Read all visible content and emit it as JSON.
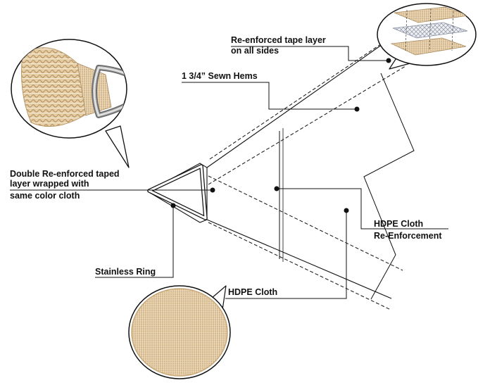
{
  "labels": {
    "tape_layer_line1": "Re-enforced tape layer",
    "tape_layer_line2": "on all sides",
    "sewn_hems": "1 3/4” Sewn Hems",
    "double_line1": "Double Re-enforced taped",
    "double_line2": "layer wrapped with",
    "double_line3": "same color cloth",
    "hdpe_reinf_line1": "HDPE Cloth",
    "hdpe_reinf_line2": "Re-Enforcement",
    "stainless_ring": "Stainless Ring",
    "hdpe_cloth": "HDPE Cloth"
  },
  "colors": {
    "line": "#111111",
    "fabric_base": "#e8d2b0",
    "fabric_dark": "#c9a878",
    "fabric_light": "#f3e6cf",
    "metal": "#9a9a9a",
    "mesh": "#b8bcc8"
  },
  "icons": {
    "corner_detail": "fabric-corner-with-ring-icon",
    "layers_detail": "layered-fabric-icon",
    "cloth_detail": "fabric-weave-swatch-icon",
    "ring": "triangle-ring-icon"
  }
}
